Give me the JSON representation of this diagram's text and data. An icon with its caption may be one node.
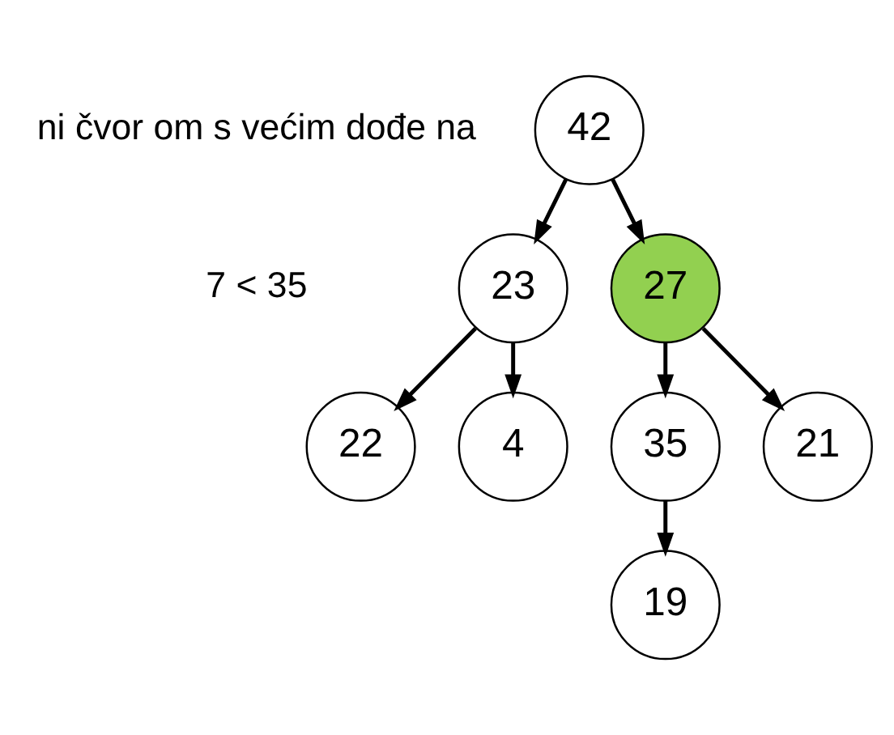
{
  "diagram": {
    "nodes": [
      {
        "text": [
          "42"
        ]
      },
      {
        "text": [
          "27"
        ]
      },
      {
        "text": [
          "23"
        ]
      },
      {
        "text": [
          "35"
        ]
      },
      {
        "text": [
          "21"
        ]
      },
      {
        "text": [
          "22"
        ]
      },
      {
        "text": [
          "4"
        ]
      },
      {
        "text": [
          "19"
        ]
      }
    ],
    "edges": [
      {
        "from": 0,
        "to": 1,
        "arrow": "to"
      },
      {
        "from": 0,
        "to": 2,
        "arrow": "to"
      },
      {
        "from": 1,
        "to": 3,
        "arrow": "to"
      },
      {
        "from": 1,
        "to": 4,
        "arrow": "to"
      },
      {
        "from": 2,
        "to": 5,
        "arrow": "to"
      },
      {
        "from": 2,
        "to": 6,
        "arrow": "to"
      },
      {
        "from": 3,
        "to": 7,
        "arrow": "to"
      }
    ],
    "labels": [
      "ni čvor om s većim dođe na",
      "7 < 35"
    ]
  }
}
